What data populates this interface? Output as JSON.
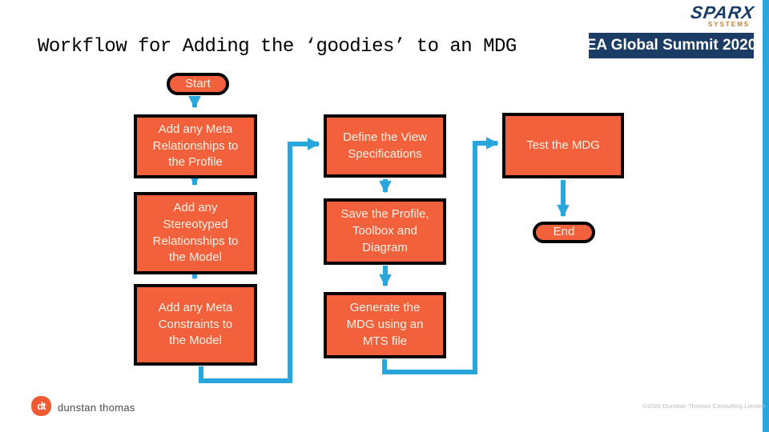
{
  "header": {
    "title": "Workflow for Adding the ‘goodies’ to an MDG",
    "banner": "EA Global Summit 2020",
    "sparx_logo": {
      "name": "SPARX",
      "subtitle": "SYSTEMS"
    }
  },
  "colors": {
    "node_orange": "#F2613B",
    "arrow_blue": "#29A6DB",
    "banner_navy": "#1B3C64",
    "node_text": "#F9F1E7",
    "footer_logo_orange": "#EE5B33"
  },
  "flowchart": {
    "nodes": [
      {
        "id": "start",
        "type": "terminator",
        "label": "Start"
      },
      {
        "id": "add-meta-relationships",
        "type": "process",
        "label": "Add any Meta\nRelationships to\nthe Profile"
      },
      {
        "id": "add-stereotyped-relationships",
        "type": "process",
        "label": "Add any\nStereotyped\nRelationships to\nthe Model"
      },
      {
        "id": "add-meta-constraints",
        "type": "process",
        "label": "Add any Meta\nConstraints to\nthe Model"
      },
      {
        "id": "define-view-specifications",
        "type": "process",
        "label": "Define the View\nSpecifications"
      },
      {
        "id": "save-profile-toolbox-diagram",
        "type": "process",
        "label": "Save the Profile,\nToolbox and\nDiagram"
      },
      {
        "id": "generate-mdg",
        "type": "process",
        "label": "Generate the\nMDG using an\nMTS file"
      },
      {
        "id": "test-mdg",
        "type": "process",
        "label": "Test the MDG"
      },
      {
        "id": "end",
        "type": "terminator",
        "label": "End"
      }
    ],
    "edges": [
      {
        "from": "start",
        "to": "add-meta-relationships"
      },
      {
        "from": "add-meta-relationships",
        "to": "add-stereotyped-relationships"
      },
      {
        "from": "add-stereotyped-relationships",
        "to": "add-meta-constraints"
      },
      {
        "from": "add-meta-constraints",
        "to": "define-view-specifications"
      },
      {
        "from": "define-view-specifications",
        "to": "save-profile-toolbox-diagram"
      },
      {
        "from": "save-profile-toolbox-diagram",
        "to": "generate-mdg"
      },
      {
        "from": "generate-mdg",
        "to": "test-mdg"
      },
      {
        "from": "test-mdg",
        "to": "end"
      }
    ]
  },
  "footer": {
    "logo_monogram": "dt",
    "company": "dunstan thomas",
    "copyright": "©2020 Dunstan Thomas Consulting Limited"
  }
}
